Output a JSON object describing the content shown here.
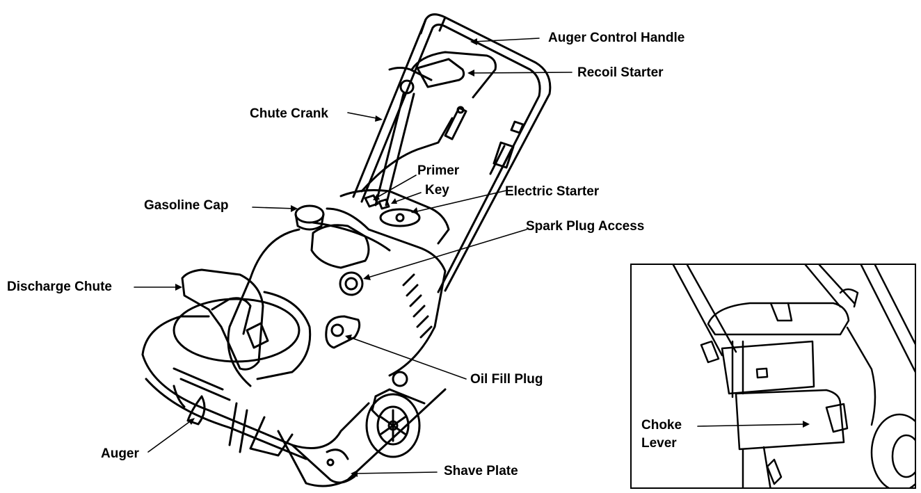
{
  "labels": {
    "auger_control_handle": "Auger Control Handle",
    "recoil_starter": "Recoil Starter",
    "chute_crank": "Chute Crank",
    "primer": "Primer",
    "key": "Key",
    "electric_starter": "Electric Starter",
    "gasoline_cap": "Gasoline Cap",
    "spark_plug_access": "Spark Plug Access",
    "discharge_chute": "Discharge Chute",
    "oil_fill_plug": "Oil Fill Plug",
    "auger": "Auger",
    "shave_plate": "Shave Plate"
  },
  "inset": {
    "choke": "Choke",
    "lever": "Lever"
  }
}
